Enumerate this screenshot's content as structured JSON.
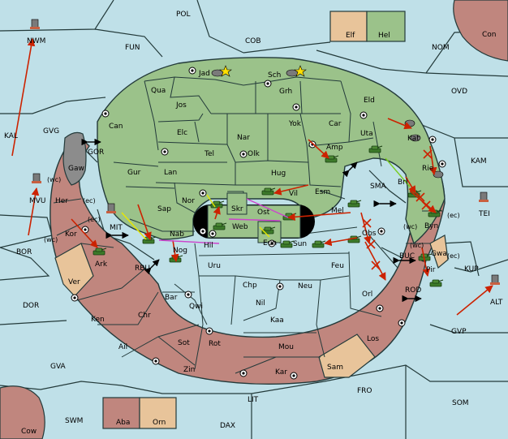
{
  "colors": {
    "sea": "#bfe0e8",
    "land_green": "#9bc28a",
    "land_red": "#c0867e",
    "neutral_tan": "#e8c49a",
    "border": "#233a3a",
    "move_arrow": "#cc2200",
    "support_line": "#cc44cc",
    "support_yellow": "#e8e800"
  },
  "map": {
    "sea_zones": [
      "POL",
      "COB",
      "FUN",
      "NOM",
      "OVD",
      "Con",
      "KAM",
      "KAL",
      "GVG",
      "BOR",
      "DOR",
      "GVA",
      "SWM",
      "LIT",
      "DAX",
      "FRO",
      "SOM",
      "GVP",
      "ALT",
      "KUP",
      "TEI",
      "BUC",
      "ROD",
      "SMA",
      "MIT",
      "RBU",
      "GOR",
      "NWM",
      "MVU",
      "Cow"
    ],
    "green_provinces": [
      "Jad",
      "Sch",
      "Qua",
      "Jos",
      "Grh",
      "Eld",
      "Can",
      "Elc",
      "Nar",
      "Yok",
      "Car",
      "Uta",
      "Tel",
      "Olk",
      "Amp",
      "Gur",
      "Lan",
      "Hug",
      "Nor",
      "Vil",
      "Esm",
      "Brí",
      "Sap",
      "Skr",
      "Web",
      "Ost",
      "Mel",
      "Nab",
      "Eun",
      "Kat",
      "Rie"
    ],
    "red_provinces": [
      "Gaw",
      "Her",
      "Kor",
      "Ark",
      "Ver",
      "Hil",
      "Nog",
      "Bar",
      "Qwi",
      "Uru",
      "Chp",
      "Nil",
      "Neu",
      "Feu",
      "Sun",
      "Obs",
      "Orl",
      "Byn",
      "Gwa",
      "Pir",
      "Ken",
      "Chr",
      "Ail",
      "Sot",
      "Rot",
      "Kaa",
      "Mou",
      "Los",
      "Zin",
      "Kar",
      "Sam"
    ],
    "tan_provinces": [
      "Ver",
      "Sam",
      "Gwa",
      "Elf",
      "Orn"
    ],
    "legend_boxes": [
      {
        "label": "Elf",
        "color": "#e8c49a"
      },
      {
        "label": "Hel",
        "color": "#9bc28a"
      },
      {
        "label": "Aba",
        "color": "#c0867e"
      },
      {
        "label": "Orn",
        "color": "#e8c49a"
      }
    ],
    "coast_marks": [
      "(wc)",
      "(ec)",
      "(ec)",
      "(wc)",
      "(wc)",
      "(ec)",
      "(wc)",
      "(ec)"
    ]
  }
}
